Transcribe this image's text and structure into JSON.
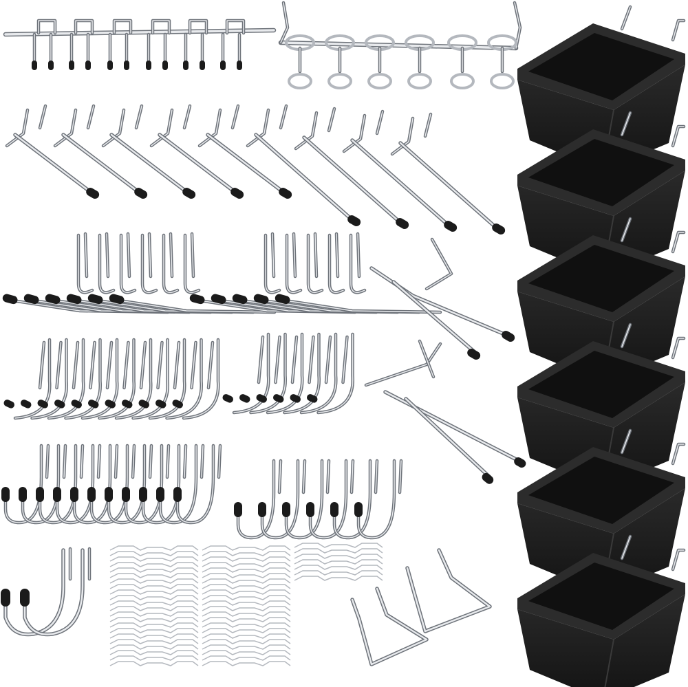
{
  "product_image": {
    "colors": {
      "background": "#ffffff",
      "steel_light": "#e8eaed",
      "steel_mid": "#b4b8be",
      "steel_dark": "#6e737a",
      "rubber_cap": "#1b1b1b",
      "bin_body": "#1e1e1e",
      "bin_rim": "#2c2c2c",
      "bin_inner": "#101010"
    },
    "groups": [
      {
        "name": "double-rod-hook-strip",
        "count": 1,
        "icon": "rod-strip-icon"
      },
      {
        "name": "ring-hook-strip",
        "count": 1,
        "icon": "ring-strip-icon"
      },
      {
        "name": "straight-single-hooks",
        "count": 9,
        "icon": "single-hook-icon"
      },
      {
        "name": "l-hooks-left",
        "count": 6,
        "icon": "l-hook-icon"
      },
      {
        "name": "l-hooks-right",
        "count": 5,
        "icon": "l-hook-icon"
      },
      {
        "name": "double-prong-hooks",
        "count": 2,
        "icon": "double-hook-icon"
      },
      {
        "name": "small-curved-hooks-a",
        "count": 11,
        "icon": "curved-hook-icon"
      },
      {
        "name": "small-curved-hooks-b",
        "count": 6,
        "icon": "curved-hook-icon"
      },
      {
        "name": "j-hooks-a",
        "count": 11,
        "icon": "j-hook-icon"
      },
      {
        "name": "j-hooks-b",
        "count": 6,
        "icon": "j-hook-icon"
      },
      {
        "name": "large-j-hooks",
        "count": 2,
        "icon": "large-j-hook-icon"
      },
      {
        "name": "wire-locks",
        "count": 48,
        "icon": "wire-lock-icon"
      },
      {
        "name": "u-brackets",
        "count": 2,
        "icon": "u-bracket-icon"
      },
      {
        "name": "storage-bins",
        "count": 6,
        "icon": "bin-icon"
      }
    ]
  }
}
